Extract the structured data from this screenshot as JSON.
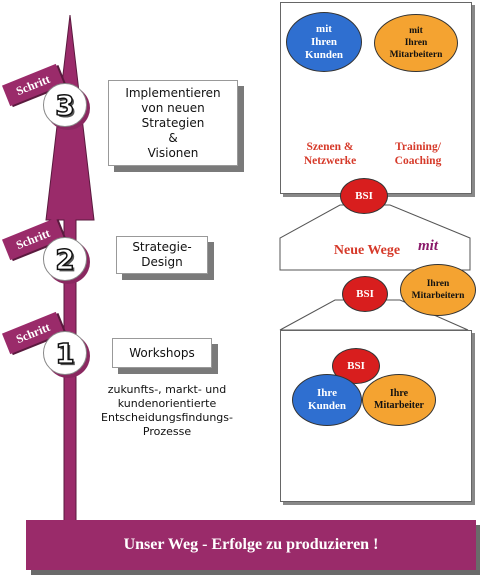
{
  "steps": [
    {
      "tag": "Schritt",
      "number": "3",
      "label": "Implementieren\nvon neuen\nStrategien\n&\nVisionen"
    },
    {
      "tag": "Schritt",
      "number": "2",
      "label": "Strategie-\nDesign"
    },
    {
      "tag": "Schritt",
      "number": "1",
      "label": "Workshops"
    }
  ],
  "workshop_description": "zukunfts-, markt- und\nkundenorientierte\nEntscheidungsfindungs-\nProzesse",
  "top_panel": {
    "customers_oval": "mit\nIhren\nKunden",
    "staff_oval": "mit\nIhren\nMitarbeitern",
    "left_caption": "Szenen &\nNetzwerke",
    "right_caption": "Training/\nCoaching"
  },
  "bsi": "BSI",
  "middle_panel": {
    "title": "Neue Wege",
    "mit": "mit",
    "staff_oval": "Ihren\nMitarbeitern"
  },
  "bottom_panel": {
    "customers_oval": "Ihre\nKunden",
    "staff_oval": "Ihre\nMitarbeiter"
  },
  "footer": "Unser Weg - Erfolge zu produzieren !",
  "colors": {
    "magenta": "#9a2b6a",
    "blue": "#2f6fd0",
    "orange": "#f4a331",
    "red": "#d81e1e"
  }
}
